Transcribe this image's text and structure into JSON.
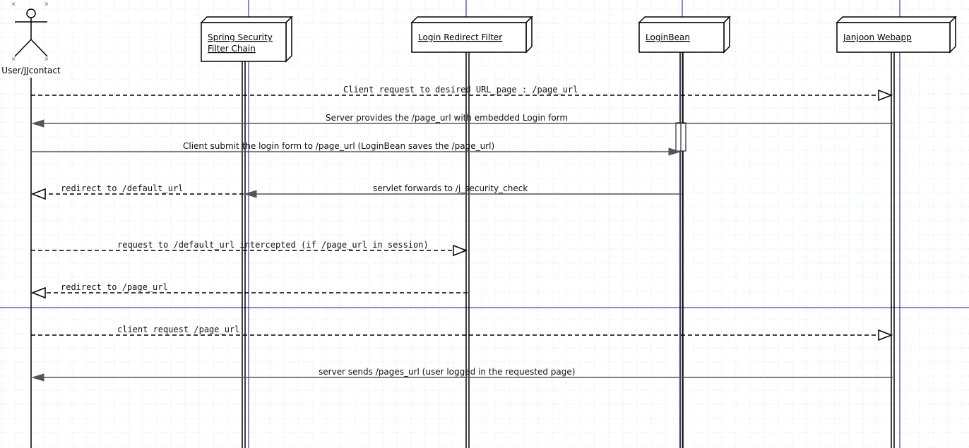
{
  "diagram": {
    "type": "sequence-diagram",
    "actor": {
      "name": "User/JJcontact"
    },
    "participants": [
      {
        "id": "filterchain",
        "lines": [
          "Spring Security",
          "Filter Chain"
        ]
      },
      {
        "id": "redirect",
        "lines": [
          "Login Redirect Filter"
        ]
      },
      {
        "id": "loginbean",
        "lines": [
          "LoginBean"
        ]
      },
      {
        "id": "webapp",
        "lines": [
          "Janjoon Webapp"
        ]
      }
    ],
    "messages": [
      {
        "label": "Client  request  to  desired  URL_page  :  /page_url",
        "from": "user",
        "to": "webapp",
        "style": "dashed",
        "arrow": "open"
      },
      {
        "label": "Server provides the /page_url with embedded Login form",
        "from": "webapp",
        "to": "user",
        "style": "solid",
        "arrow": "filled"
      },
      {
        "label": "Client submit the login form to /page_url (LoginBean saves the /page_url)",
        "from": "user",
        "to": "loginbean",
        "style": "solid",
        "arrow": "filled"
      },
      {
        "label": "redirect  to  /default_url",
        "from": "filterchain",
        "to": "user",
        "style": "dashed",
        "arrow": "open"
      },
      {
        "label": "servlet forwards to /j_security_check",
        "from": "loginbean",
        "to": "filterchain",
        "style": "solid",
        "arrow": "filled"
      },
      {
        "label": "request  to  /default_url  intercepted  (if  /page_url  in  session)",
        "from": "user",
        "to": "redirect",
        "style": "dashed",
        "arrow": "open"
      },
      {
        "label": "redirect  to  /page_url",
        "from": "redirect",
        "to": "user",
        "style": "dashed",
        "arrow": "open"
      },
      {
        "label": "client  request  /page_url",
        "from": "user",
        "to": "webapp",
        "style": "dashed",
        "arrow": "open"
      },
      {
        "label": "server sends /pages_url (user logged in the requested page)",
        "from": "webapp",
        "to": "user",
        "style": "solid",
        "arrow": "filled"
      }
    ]
  },
  "colors": {
    "grid": "#dfe4ea",
    "guide": "#1a1a9a",
    "line": "#000000",
    "arrow_solid": "#555555",
    "box_fill": "#ffffff"
  }
}
